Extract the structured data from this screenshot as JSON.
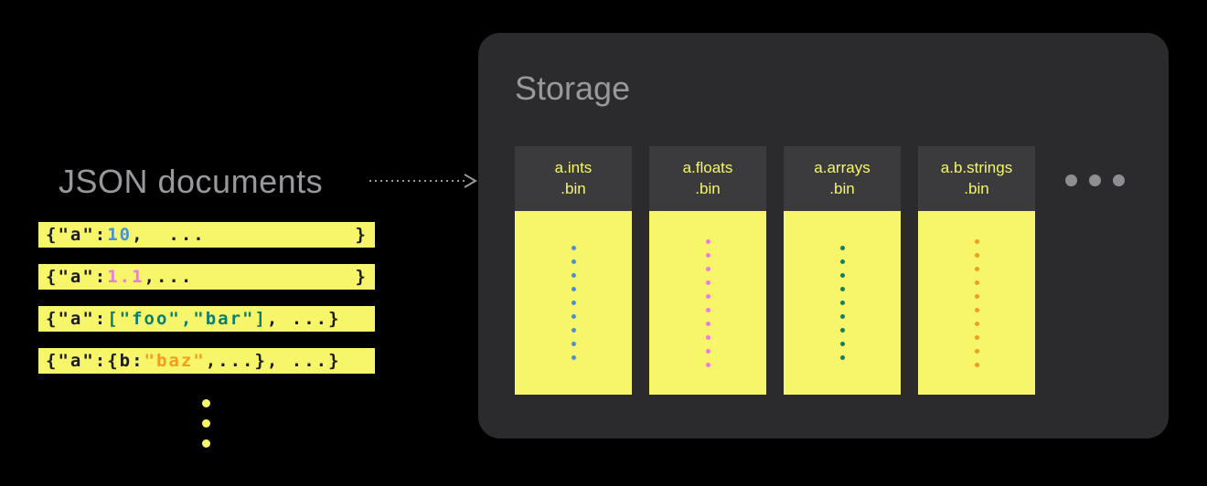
{
  "colors": {
    "background": "#000000",
    "yellow": "#f7f66a",
    "panel": "#2b2b2e",
    "column_header": "#3b3b3d",
    "muted_text": "#98989d",
    "code_text": "#1c1c1e",
    "int_blue": "#4a90d9",
    "float_pink": "#e97ce1",
    "array_teal": "#0d7d6c",
    "string_orange": "#f39c1d"
  },
  "left": {
    "label": "JSON documents",
    "rows": [
      {
        "segments": [
          {
            "text": "{\"a\":",
            "color": "#1c1c1e"
          },
          {
            "text": "10",
            "color": "#4a90d9"
          },
          {
            "text": ",  ...",
            "color": "#1c1c1e"
          }
        ],
        "tail": "}"
      },
      {
        "segments": [
          {
            "text": "{\"a\":",
            "color": "#1c1c1e"
          },
          {
            "text": "1.1",
            "color": "#e97ce1"
          },
          {
            "text": ",...",
            "color": "#1c1c1e"
          }
        ],
        "tail": "}"
      },
      {
        "segments": [
          {
            "text": "{\"a\":",
            "color": "#1c1c1e"
          },
          {
            "text": "[\"foo\",\"bar\"]",
            "color": "#0d7d6c"
          },
          {
            "text": ", ...}",
            "color": "#1c1c1e"
          }
        ],
        "tail": ""
      },
      {
        "segments": [
          {
            "text": "{\"a\":{b:",
            "color": "#1c1c1e"
          },
          {
            "text": "\"baz\"",
            "color": "#f39c1d"
          },
          {
            "text": ",...}, ...}",
            "color": "#1c1c1e"
          }
        ],
        "tail": ""
      }
    ],
    "ellipsis": {
      "count": 3,
      "color": "#f7f66a"
    }
  },
  "storage": {
    "title": "Storage",
    "columns": [
      {
        "file_line1": "a.ints",
        "file_line2": ".bin",
        "dot_color": "#4a90d9",
        "dot_count": 9
      },
      {
        "file_line1": "a.floats",
        "file_line2": ".bin",
        "dot_color": "#e97ce1",
        "dot_count": 10
      },
      {
        "file_line1": "a.arrays",
        "file_line2": ".bin",
        "dot_color": "#0d7d6c",
        "dot_count": 9
      },
      {
        "file_line1": "a.b.strings",
        "file_line2": ".bin",
        "dot_color": "#f39c1d",
        "dot_count": 10
      }
    ],
    "more_ellipsis": {
      "count": 3,
      "color": "#8e8e93"
    }
  }
}
